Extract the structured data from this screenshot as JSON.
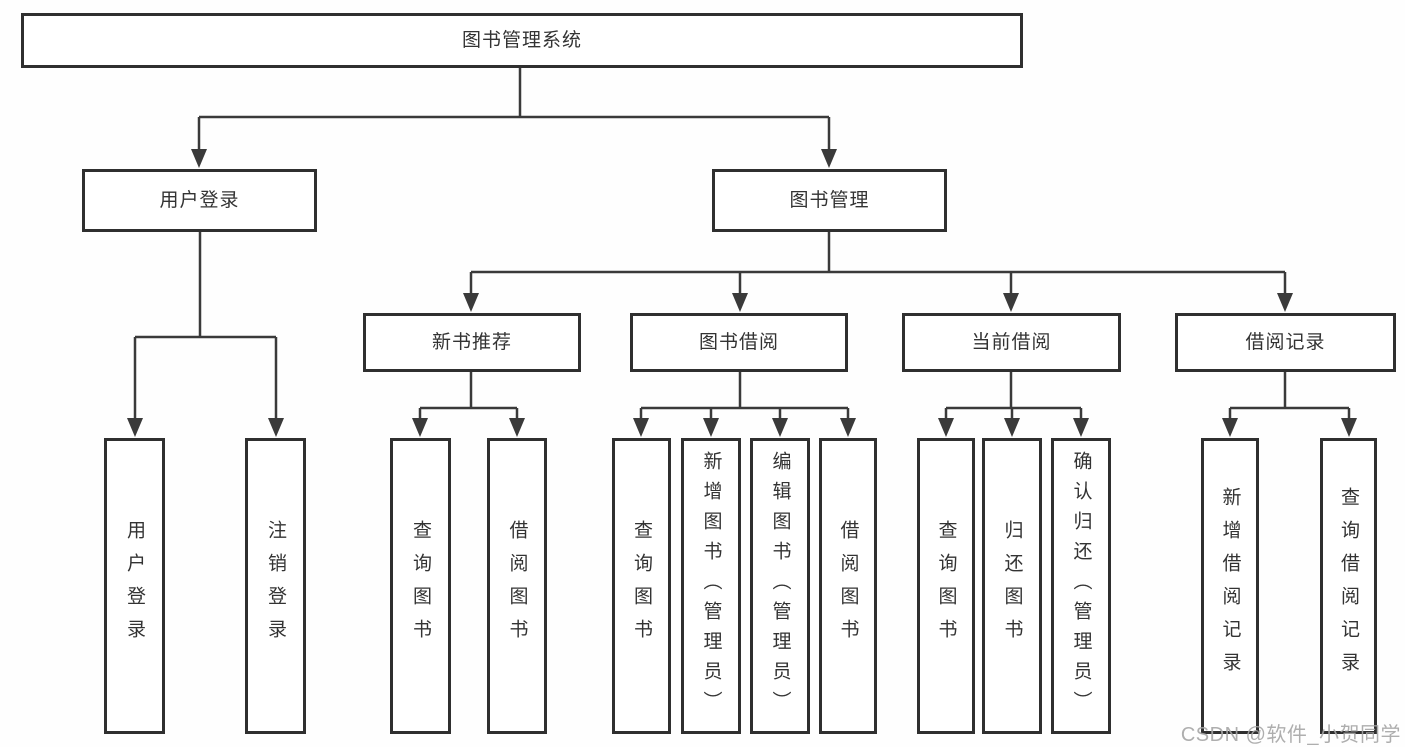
{
  "diagram_title": "图书管理系统",
  "watermark": "CSDN @软件_小贺同学",
  "colors": {
    "background": "#fefefe",
    "box_border": "#2f2f2f",
    "connector_line": "#3a3a3a",
    "text": "#333333",
    "watermark_text": "#a5a5a5"
  },
  "nodes": {
    "root": {
      "label": "图书管理系统"
    },
    "user_login": {
      "label": "用户登录"
    },
    "book_mgmt": {
      "label": "图书管理"
    },
    "new_book": {
      "label": "新书推荐"
    },
    "book_borrow": {
      "label": "图书借阅"
    },
    "current_borrow": {
      "label": "当前借阅"
    },
    "borrow_record": {
      "label": "借阅记录"
    },
    "leaf_user_login": {
      "label": "用户登录"
    },
    "leaf_logout": {
      "label": "注销登录"
    },
    "nb_query": {
      "label": "查询图书"
    },
    "nb_borrow": {
      "label": "借阅图书"
    },
    "bb_query": {
      "label": "查询图书"
    },
    "bb_add": {
      "label": "新增图书（管理员）"
    },
    "bb_edit": {
      "label": "编辑图书（管理员）"
    },
    "bb_borrow": {
      "label": "借阅图书"
    },
    "cb_query": {
      "label": "查询图书"
    },
    "cb_return": {
      "label": "归还图书"
    },
    "cb_confirm": {
      "label": "确认归还（管理员）"
    },
    "br_add": {
      "label": "新增借阅记录"
    },
    "br_query": {
      "label": "查询借阅记录"
    }
  },
  "structure": {
    "图书管理系统": {
      "用户登录": [
        "用户登录",
        "注销登录"
      ],
      "图书管理": {
        "新书推荐": [
          "查询图书",
          "借阅图书"
        ],
        "图书借阅": [
          "查询图书",
          "新增图书（管理员）",
          "编辑图书（管理员）",
          "借阅图书"
        ],
        "当前借阅": [
          "查询图书",
          "归还图书",
          "确认归还（管理员）"
        ],
        "借阅记录": [
          "新增借阅记录",
          "查询借阅记录"
        ]
      }
    }
  }
}
